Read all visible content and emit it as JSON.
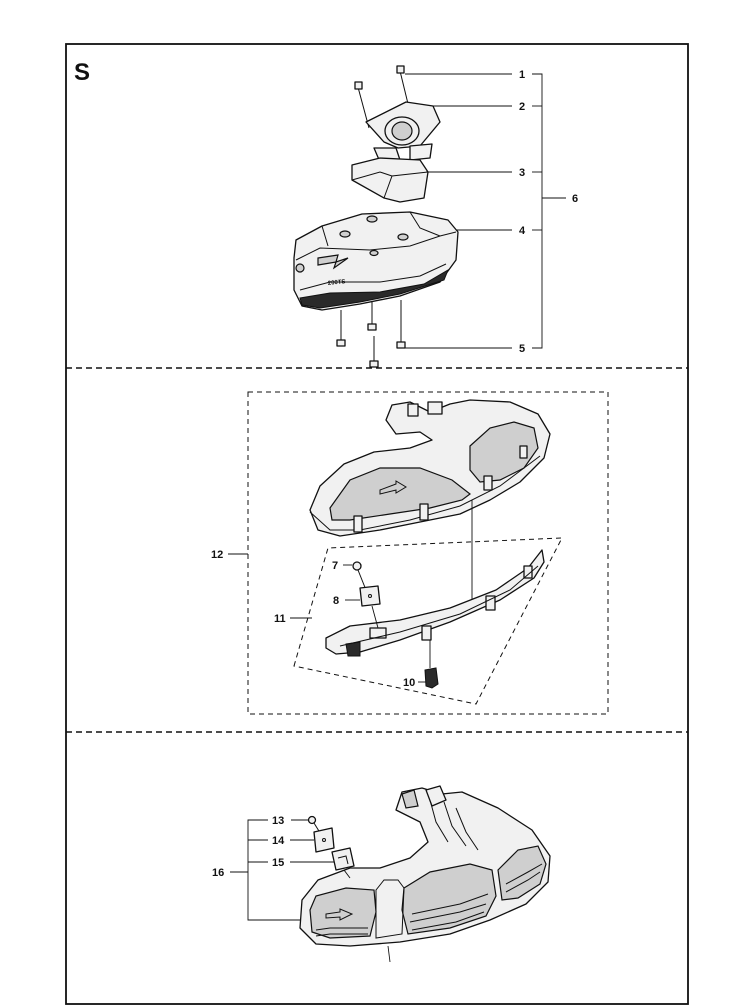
{
  "section_letter": "S",
  "callouts": {
    "c1": "1",
    "c2": "2",
    "c3": "3",
    "c4": "4",
    "c5": "5",
    "c6": "6",
    "c7": "7",
    "c8": "8",
    "c10": "10",
    "c11": "11",
    "c12": "12",
    "c13": "13",
    "c14": "14",
    "c15": "15",
    "c16": "16"
  },
  "guard_marking": "200TS",
  "colors": {
    "line": "#111111",
    "part_fill": "#f1f1f1",
    "background": "#ffffff"
  }
}
